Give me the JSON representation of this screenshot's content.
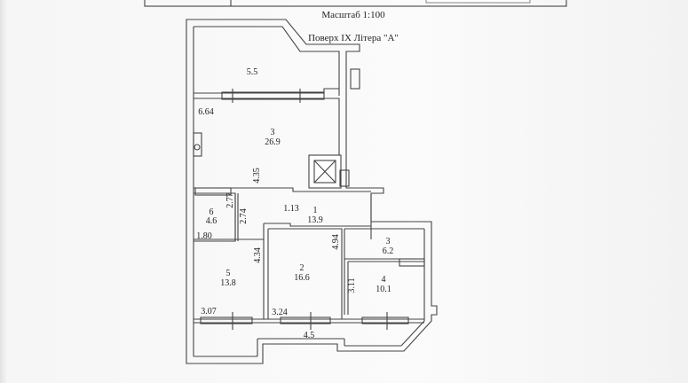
{
  "header": {
    "scale": "Масштаб 1:100",
    "floor_title": "Поверх IX Літера \"А\""
  },
  "rooms": [
    {
      "number": "",
      "area": "5.5"
    },
    {
      "number": "3",
      "area": "26.9"
    },
    {
      "number": "6",
      "area": "4.6"
    },
    {
      "number": "1",
      "area": "13.9"
    },
    {
      "number": "5",
      "area": "13.8"
    },
    {
      "number": "2",
      "area": "16.6"
    },
    {
      "number": "3",
      "area": "6.2"
    },
    {
      "number": "4",
      "area": "10.1"
    }
  ],
  "dimensions": [
    "6.64",
    "4.35",
    "2.77",
    "2.74",
    "1.13",
    "1.80",
    "4.34",
    "4.94",
    "3.11",
    "3.07",
    "3.24",
    "4.5"
  ]
}
